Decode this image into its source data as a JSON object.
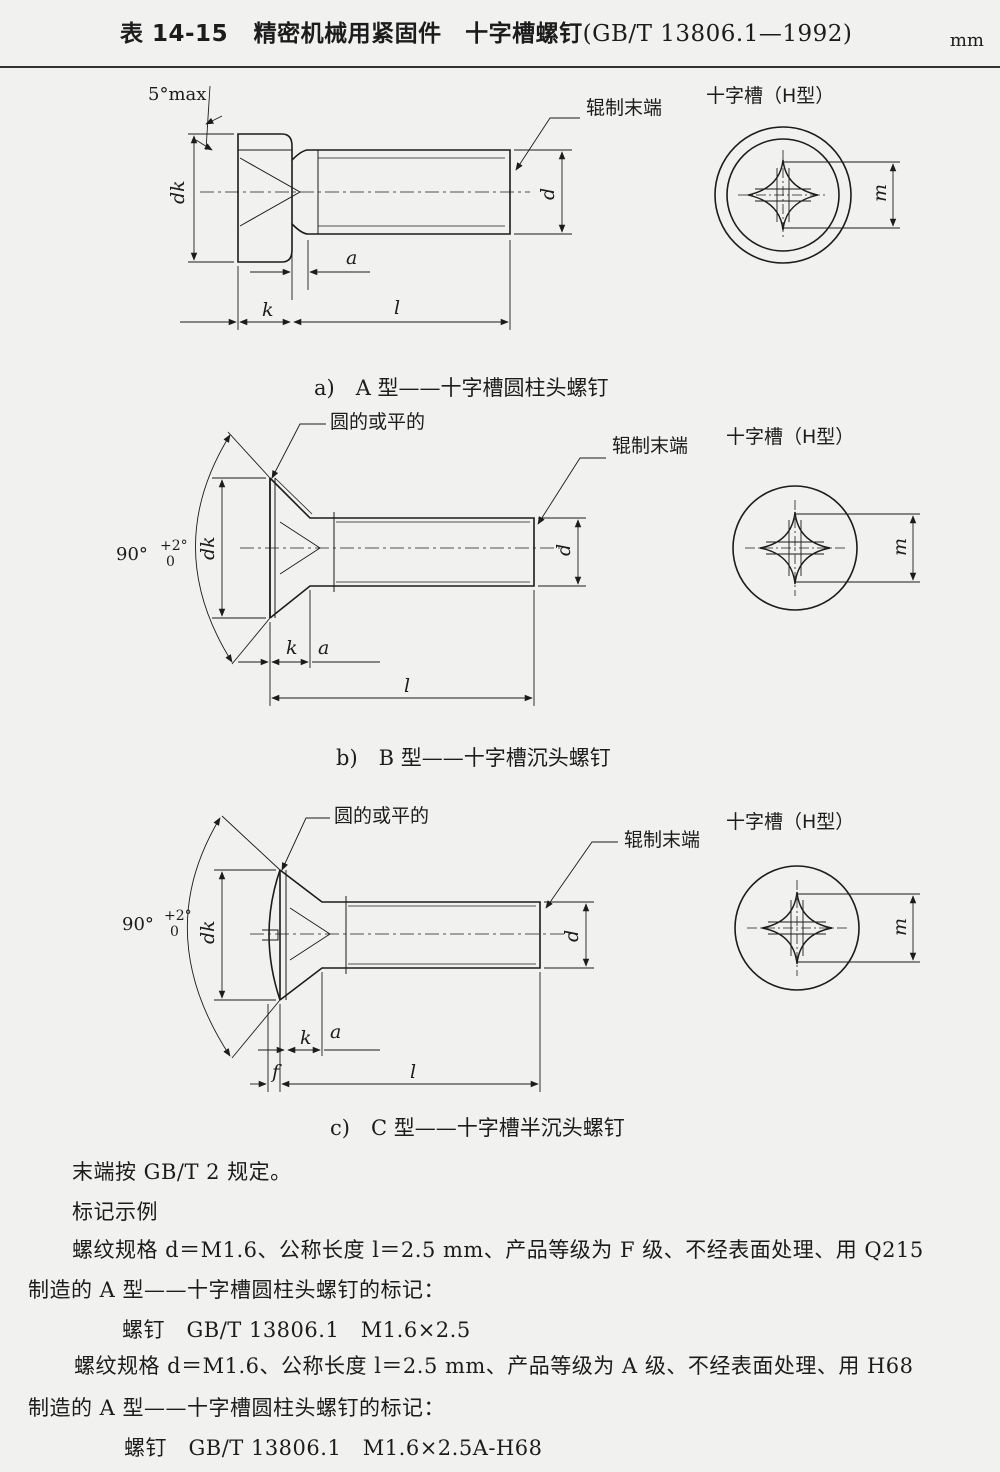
{
  "header": {
    "table_no": "表 14-15",
    "title": "精密机械用紧固件　十字槽螺钉",
    "standard": "(GB/T 13806.1—1992)",
    "unit": "mm"
  },
  "figures": {
    "a": {
      "max_angle": "5°max",
      "rolled_end": "辊制末端",
      "recess_title": "十字槽（H型）",
      "dim_dk": "dk",
      "dim_d": "d",
      "dim_a": "a",
      "dim_k": "k",
      "dim_l": "l",
      "dim_m": "m",
      "caption": "a)　A 型——十字槽圆柱头螺钉"
    },
    "b": {
      "round_or_flat": "圆的或平的",
      "rolled_end": "辊制末端",
      "recess_title": "十字槽（H型）",
      "angle": "90°",
      "tol_upper": "+2°",
      "tol_lower": "0",
      "dim_dk": "dk",
      "dim_d": "d",
      "dim_a": "a",
      "dim_k": "k",
      "dim_l": "l",
      "dim_m": "m",
      "caption": "b)　B 型——十字槽沉头螺钉"
    },
    "c": {
      "round_or_flat": "圆的或平的",
      "rolled_end": "辊制末端",
      "recess_title": "十字槽（H型）",
      "angle": "90°",
      "tol_upper": "+2°",
      "tol_lower": "0",
      "dim_dk": "dk",
      "dim_d": "d",
      "dim_a": "a",
      "dim_k": "k",
      "dim_l": "l",
      "dim_m": "m",
      "dim_f": "f",
      "caption": "c)　C 型——十字槽半沉头螺钉"
    }
  },
  "text": {
    "note": "末端按 GB/T 2 规定。",
    "example_heading": "标记示例",
    "example1_line1": "螺纹规格 d＝M1.6、公称长度 l＝2.5 mm、产品等级为 F 级、不经表面处理、用 Q215",
    "example1_line2": "制造的 A 型——十字槽圆柱头螺钉的标记：",
    "example1_mark": "螺钉　GB/T 13806.1　M1.6×2.5",
    "example2_line1": "螺纹规格 d＝M1.6、公称长度 l＝2.5 mm、产品等级为 A 级、不经表面处理、用 H68",
    "example2_line2": "制造的 A 型——十字槽圆柱头螺钉的标记：",
    "example2_mark": "螺钉　GB/T 13806.1　M1.6×2.5A-H68"
  }
}
